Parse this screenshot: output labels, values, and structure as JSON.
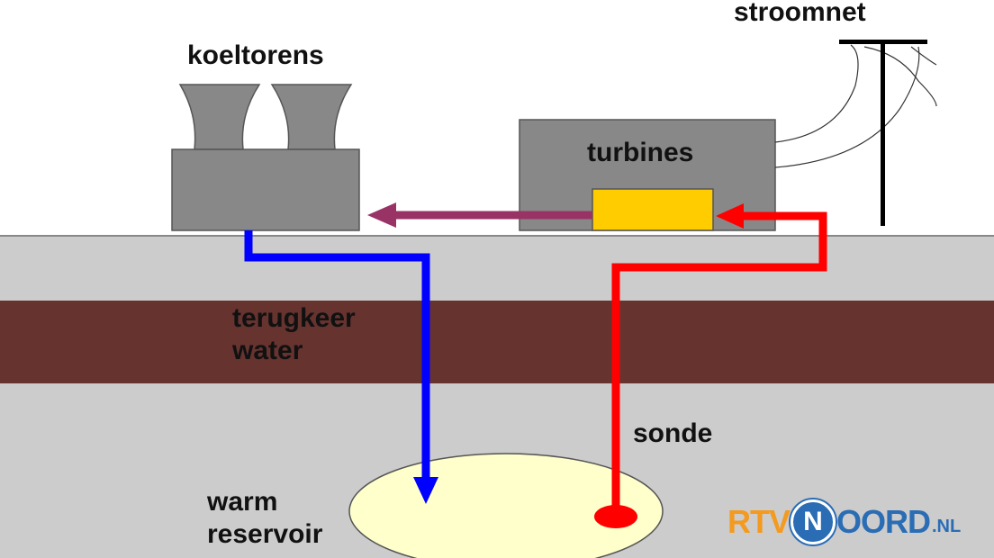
{
  "labels": {
    "power_grid": "stroomnet",
    "cooling_towers": "koeltorens",
    "turbines": "turbines",
    "return_water_line1": "terugkeer",
    "return_water_line2": "water",
    "probe": "sonde",
    "reservoir_line1": "warm",
    "reservoir_line2": "reservoir"
  },
  "logo": {
    "part_a": "RTV",
    "badge_letter": "N",
    "part_b": "OORD",
    "part_c": ".NL"
  },
  "colors": {
    "sky": "#ffffff",
    "ground_top": "#cccccc",
    "rock_layer": "#66332f",
    "ground_bottom": "#cccccc",
    "structure_gray": "#888888",
    "turbine_yellow": "#ffcc00",
    "reservoir": "#ffffcc",
    "hot_pipe": "#ff0000",
    "cold_pipe": "#0000ff",
    "exhaust_pipe": "#993366",
    "mast": "#000000"
  }
}
